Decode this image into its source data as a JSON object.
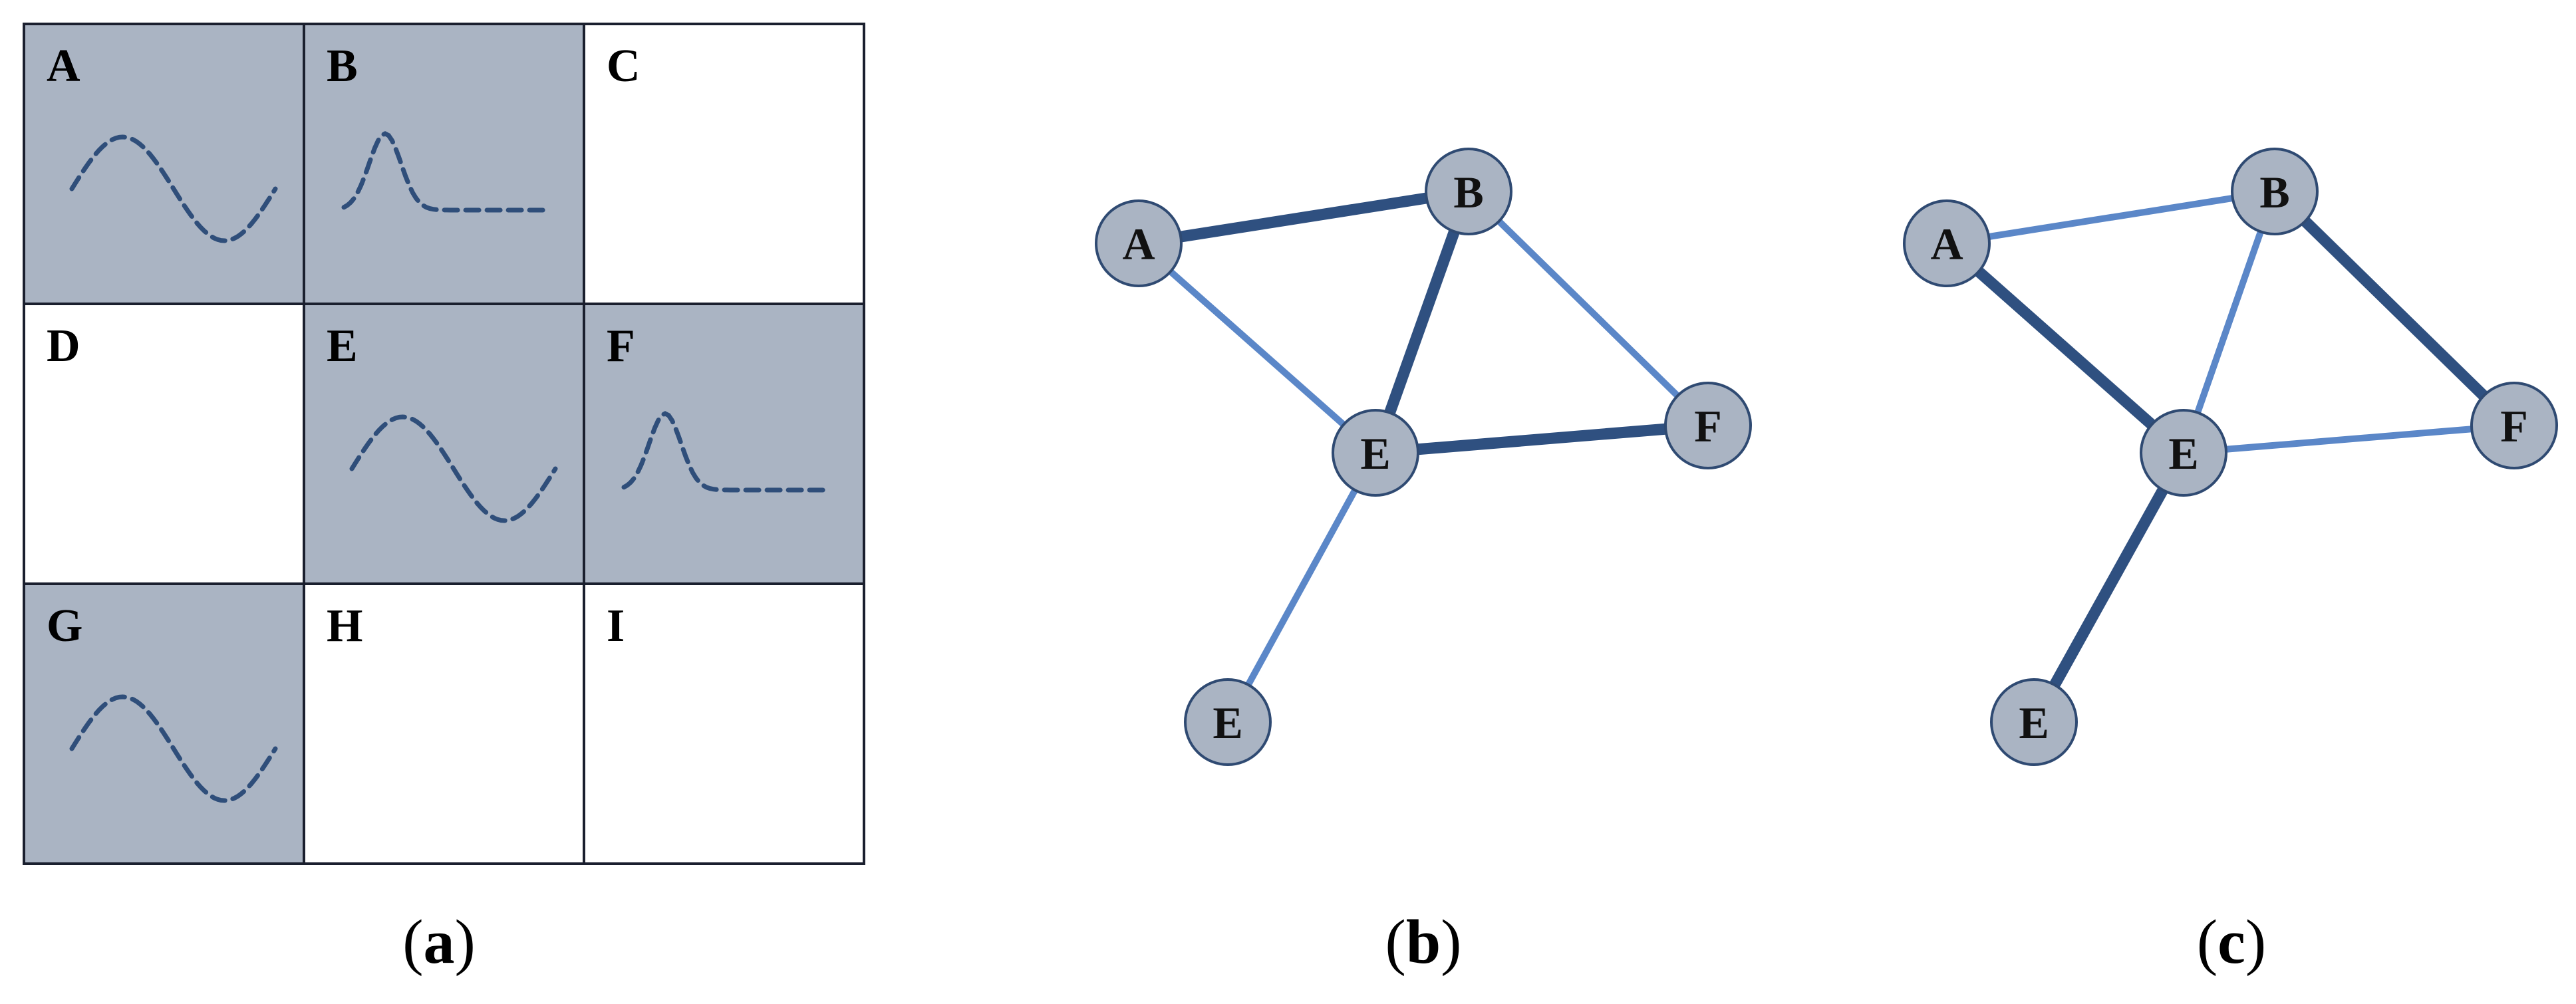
{
  "grid": {
    "cells": [
      {
        "letter": "A",
        "shaded": true,
        "curve": "wave"
      },
      {
        "letter": "B",
        "shaded": true,
        "curve": "peak"
      },
      {
        "letter": "C",
        "shaded": false,
        "curve": "none"
      },
      {
        "letter": "D",
        "shaded": false,
        "curve": "none"
      },
      {
        "letter": "E",
        "shaded": true,
        "curve": "wave"
      },
      {
        "letter": "F",
        "shaded": true,
        "curve": "peak"
      },
      {
        "letter": "G",
        "shaded": true,
        "curve": "wave"
      },
      {
        "letter": "H",
        "shaded": false,
        "curve": "none"
      },
      {
        "letter": "I",
        "shaded": false,
        "curve": "none"
      }
    ]
  },
  "graphs": [
    {
      "nodes": [
        {
          "id": "A",
          "label": "A"
        },
        {
          "id": "B",
          "label": "B"
        },
        {
          "id": "E",
          "label": "E"
        },
        {
          "id": "F",
          "label": "F"
        },
        {
          "id": "E2",
          "label": "E"
        }
      ],
      "edges": [
        {
          "from": "A",
          "to": "B",
          "strength": "strong"
        },
        {
          "from": "A",
          "to": "E",
          "strength": "weak"
        },
        {
          "from": "B",
          "to": "E",
          "strength": "strong"
        },
        {
          "from": "B",
          "to": "F",
          "strength": "weak"
        },
        {
          "from": "E",
          "to": "F",
          "strength": "strong"
        },
        {
          "from": "E",
          "to": "E2",
          "strength": "weak"
        }
      ]
    },
    {
      "nodes": [
        {
          "id": "A",
          "label": "A"
        },
        {
          "id": "B",
          "label": "B"
        },
        {
          "id": "E",
          "label": "E"
        },
        {
          "id": "F",
          "label": "F"
        },
        {
          "id": "E2",
          "label": "E"
        }
      ],
      "edges": [
        {
          "from": "A",
          "to": "B",
          "strength": "weak"
        },
        {
          "from": "A",
          "to": "E",
          "strength": "strong"
        },
        {
          "from": "B",
          "to": "E",
          "strength": "weak"
        },
        {
          "from": "B",
          "to": "F",
          "strength": "strong"
        },
        {
          "from": "E",
          "to": "F",
          "strength": "weak"
        },
        {
          "from": "E",
          "to": "E2",
          "strength": "strong"
        }
      ]
    }
  ],
  "captions": {
    "a": "a",
    "b": "b",
    "c": "c"
  },
  "colors": {
    "shaded_cell": "#aab4c3",
    "node_fill": "#aab4c3",
    "node_stroke": "#2f4a72",
    "strong_edge": "#2f5080",
    "weak_edge": "#5b87c8",
    "curve": "#2f4e7a"
  }
}
